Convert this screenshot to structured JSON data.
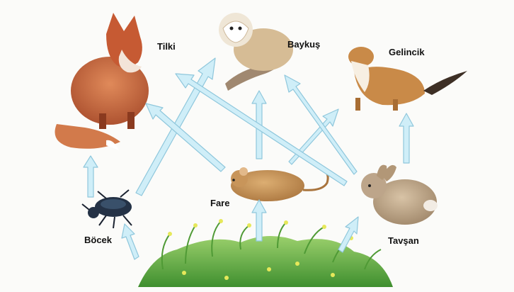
{
  "labels": {
    "tilki": "Tilki",
    "baykus": "Baykuş",
    "gelincik": "Gelincik",
    "fare": "Fare",
    "bocek": "Böcek",
    "tavsan": "Tavşan"
  },
  "colors": {
    "arrow_fill": "#cfeef8",
    "arrow_stroke": "#8fc7dc",
    "fox": "#c8623b",
    "owl": "#e9dcc4",
    "weasel": "#c98a48",
    "mouse": "#c8955a",
    "rabbit": "#bda58a",
    "beetle": "#243246",
    "grass": "#6bb34a"
  }
}
